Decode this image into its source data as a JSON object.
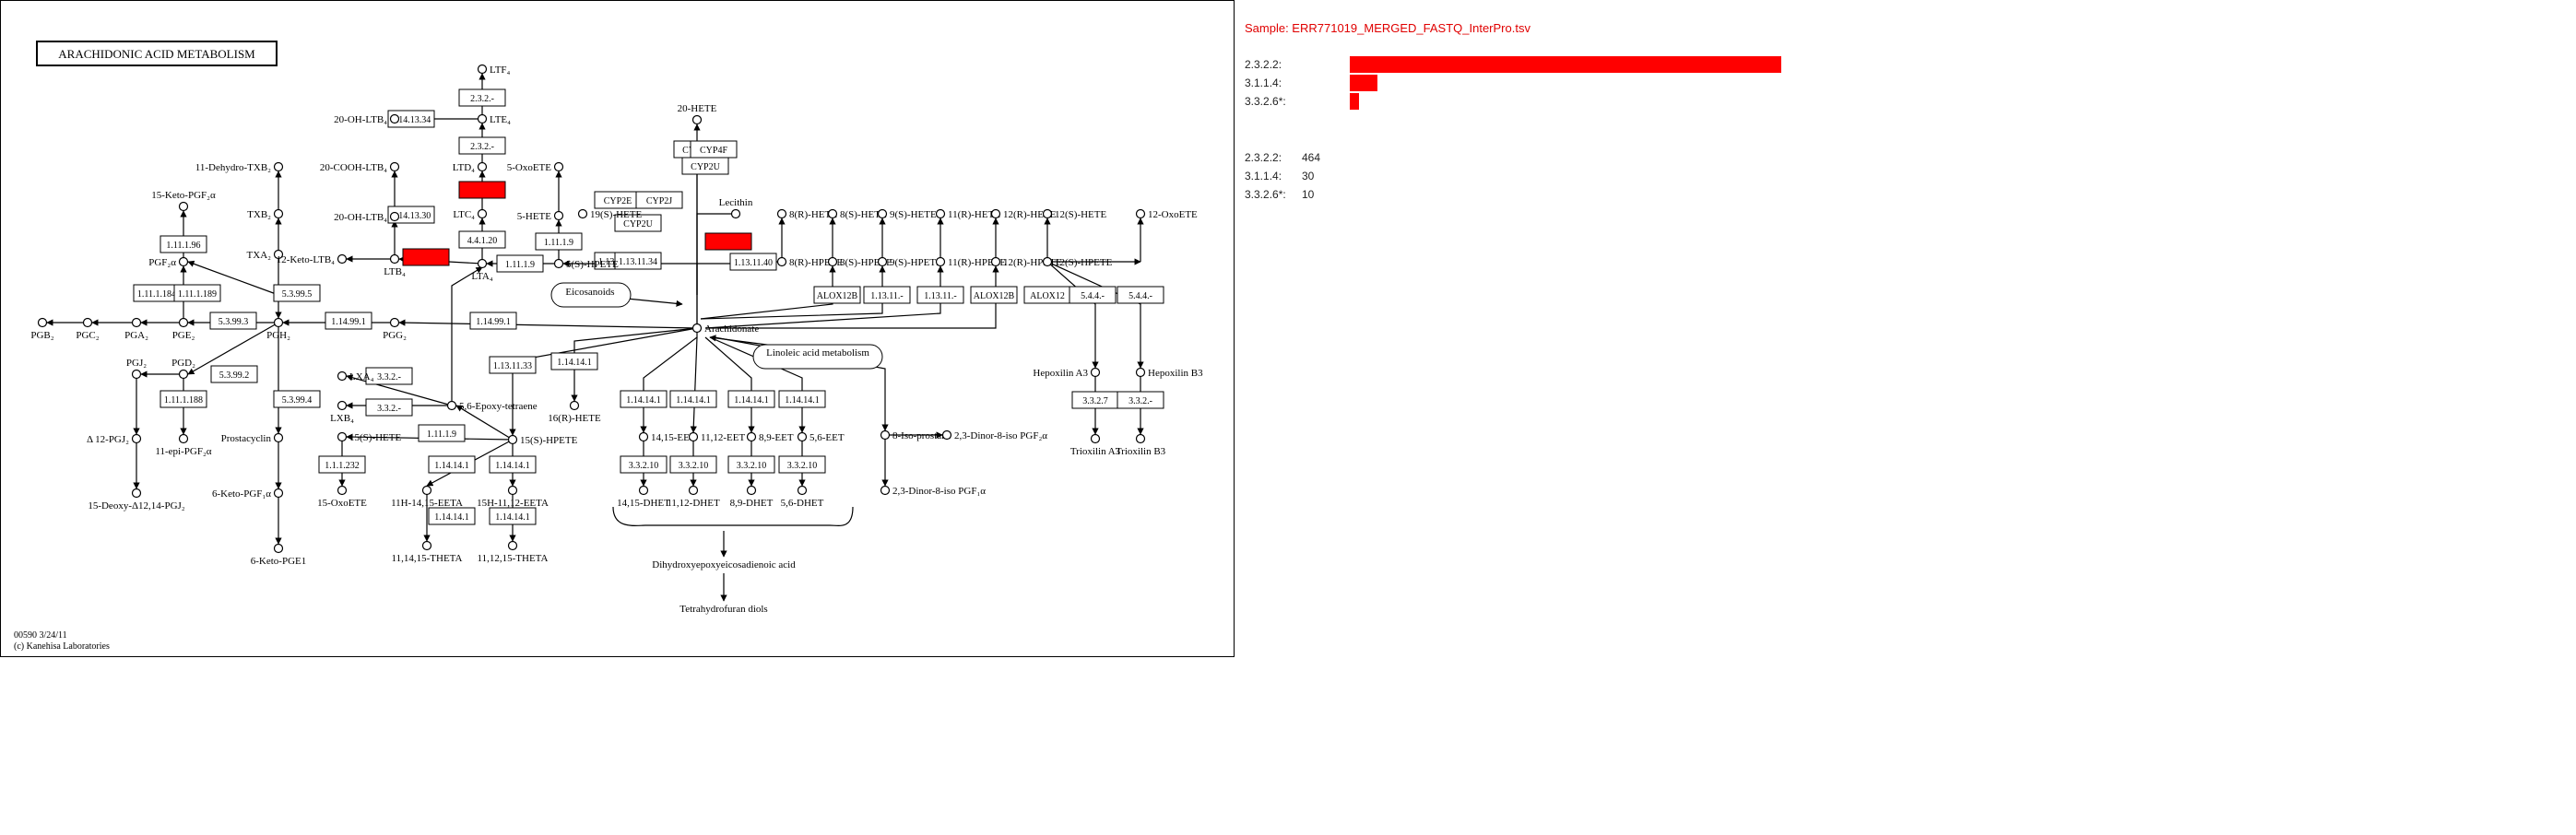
{
  "map": {
    "title": "ARACHIDONIC ACID METABOLISM",
    "footer_id": "00590 3/24/11",
    "footer_copyright": "(c) Kanehisa Laboratories",
    "highlight_color": "#ff0000",
    "compounds": [
      {
        "id": "LTF4",
        "label": "LTF₄"
      },
      {
        "id": "20-OH-LTB4",
        "label": "20-OH-LTB₄"
      },
      {
        "id": "LTE4",
        "label": "LTE₄"
      },
      {
        "id": "LTD4",
        "label": "LTD₄"
      },
      {
        "id": "5-OxoETE",
        "label": "5-OxoETE"
      },
      {
        "id": "20-HETE",
        "label": "20-HETE"
      },
      {
        "id": "11-Dehydro-TXB2",
        "label": "11-Dehydro-TXB₂"
      },
      {
        "id": "20-COOH-LTB4",
        "label": "20-COOH-LTB₄"
      },
      {
        "id": "15-Keto-PGF2a",
        "label": "15-Keto-PGF₂α"
      },
      {
        "id": "TXB2",
        "label": "TXB₂"
      },
      {
        "id": "20-OH-LTB4b",
        "label": "20-OH-LTB₄"
      },
      {
        "id": "19S-HETE",
        "label": "19(S)-HETE"
      },
      {
        "id": "Lecithin",
        "label": "Lecithin"
      },
      {
        "id": "8R-HETE",
        "label": "8(R)-HETE"
      },
      {
        "id": "8S-HETE",
        "label": "8(S)-HETE"
      },
      {
        "id": "9S-HETE",
        "label": "9(S)-HETE"
      },
      {
        "id": "11R-HETE",
        "label": "11(R)-HETE"
      },
      {
        "id": "12R-HETE",
        "label": "12(R)-HETE"
      },
      {
        "id": "12S-HETE",
        "label": "12(S)-HETE"
      },
      {
        "id": "12-OxoETE",
        "label": "12-OxoETE"
      },
      {
        "id": "LTC4",
        "label": "LTC₄"
      },
      {
        "id": "5-HETE",
        "label": "5-HETE"
      },
      {
        "id": "TXA2",
        "label": "TXA₂"
      },
      {
        "id": "PGF2a",
        "label": "PGF₂α"
      },
      {
        "id": "12-Keto-LTB4",
        "label": "12-Keto-LTB₄"
      },
      {
        "id": "LTB4",
        "label": "LTB₄"
      },
      {
        "id": "LTA4",
        "label": "LTA₄"
      },
      {
        "id": "5S-HPETE",
        "label": "5(S)-HPETE"
      },
      {
        "id": "8R-HPETE",
        "label": "8(R)-HPETE"
      },
      {
        "id": "8S-HPETE",
        "label": "8(S)-HPETE"
      },
      {
        "id": "9S-HPETE",
        "label": "9(S)-HPETE"
      },
      {
        "id": "11R-HPETE",
        "label": "11(R)-HPETE"
      },
      {
        "id": "12R-HPETE",
        "label": "12(R)-HPETE"
      },
      {
        "id": "12S-HPETE",
        "label": "12(S)-HPETE"
      },
      {
        "id": "PGE2",
        "label": "PGE₂"
      },
      {
        "id": "PGB2",
        "label": "PGB₂"
      },
      {
        "id": "PGC2",
        "label": "PGC₂"
      },
      {
        "id": "PGA2",
        "label": "PGA₂"
      },
      {
        "id": "PGH2",
        "label": "PGH₂"
      },
      {
        "id": "PGG2",
        "label": "PGG₂"
      },
      {
        "id": "Eicosanoids",
        "label": "Eicosanoids"
      },
      {
        "id": "Arachidonate",
        "label": "Arachidonate"
      },
      {
        "id": "Linoleic",
        "label": "Linoleic acid metabolism"
      },
      {
        "id": "PGJ2",
        "label": "PGJ₂"
      },
      {
        "id": "PGD2",
        "label": "PGD₂"
      },
      {
        "id": "LXA4",
        "label": "LXA₄"
      },
      {
        "id": "LXB4",
        "label": "LXB₄"
      },
      {
        "id": "56Epoxy",
        "label": "5,6-Epoxy-tetraene"
      },
      {
        "id": "D12PGJ2",
        "label": "Δ 12-PGJ₂"
      },
      {
        "id": "11epi",
        "label": "11-epi-PGF₂α"
      },
      {
        "id": "Prostacyclin",
        "label": "Prostacyclin"
      },
      {
        "id": "15S-HETE",
        "label": "15(S)-HETE"
      },
      {
        "id": "15S-HPETE",
        "label": "15(S)-HPETE"
      },
      {
        "id": "16R-HETE",
        "label": "16(R)-HETE"
      },
      {
        "id": "14-15-EET",
        "label": "14,15-EET"
      },
      {
        "id": "11-12-EET",
        "label": "11,12-EET"
      },
      {
        "id": "8-9-EET",
        "label": "8,9-EET"
      },
      {
        "id": "5-6-EET",
        "label": "5,6-EET"
      },
      {
        "id": "8-Iso-prostane",
        "label": "8-Iso-prostane"
      },
      {
        "id": "23Dinor",
        "label": "2,3-Dinor-8-iso PGF₂α"
      },
      {
        "id": "HepA3",
        "label": "Hepoxilin A3"
      },
      {
        "id": "HepB3",
        "label": "Hepoxilin B3"
      },
      {
        "id": "14-15-DHET",
        "label": "14,15-DHET"
      },
      {
        "id": "11-12-DHET",
        "label": "11,12-DHET"
      },
      {
        "id": "8-9-DHET",
        "label": "8,9-DHET"
      },
      {
        "id": "5-6-DHET",
        "label": "5,6-DHET"
      },
      {
        "id": "23DinorPGF1a",
        "label": "2,3-Dinor-8-iso PGF₁α"
      },
      {
        "id": "15-Deoxy",
        "label": "15-Deoxy-Δ12,14-PGJ₂"
      },
      {
        "id": "6-Keto-PGF1a",
        "label": "6-Keto-PGF₁α"
      },
      {
        "id": "14-15-EETa",
        "label": "11H-14,15-EETA"
      },
      {
        "id": "11-12-EETA",
        "label": "15H-11,12-EETA"
      },
      {
        "id": "15-OxoETE",
        "label": "15-OxoETE"
      },
      {
        "id": "TrioxA3",
        "label": "Trioxilin A3"
      },
      {
        "id": "TrioxB3",
        "label": "Trioxilin B3"
      },
      {
        "id": "6-Keto-PGE1",
        "label": "6-Keto-PGE1"
      },
      {
        "id": "THETA1",
        "label": "11,14,15-THETA"
      },
      {
        "id": "THETA2",
        "label": "11,12,15-THETA"
      },
      {
        "id": "DHEA",
        "label": "Dihydroxyepoxyeicosadienoic acid"
      },
      {
        "id": "THF",
        "label": "Tetrahydrofuran diols"
      }
    ],
    "enzymes": [
      {
        "label": "2.3.2.-"
      },
      {
        "label": "1.14.13.34"
      },
      {
        "label": "2.3.2.-"
      },
      {
        "label": "1.14.13.30"
      },
      {
        "label": "2.3.2.2",
        "hl": true
      },
      {
        "label": "CYP4A"
      },
      {
        "label": "CYP4F"
      },
      {
        "label": "CYP2U"
      },
      {
        "label": "1.11.1.9"
      },
      {
        "label": "CYP2E"
      },
      {
        "label": "CYP2J"
      },
      {
        "label": "CYP2U"
      },
      {
        "label": "1.11.1.96"
      },
      {
        "label": "3.3.2.6",
        "hl": true
      },
      {
        "label": "4.4.1.20"
      },
      {
        "label": "1.13.11.34"
      },
      {
        "label": "1.11.1.9"
      },
      {
        "label": "1.13.11.34"
      },
      {
        "label": "3.1.1.4",
        "hl": true
      },
      {
        "label": "1.13.11.40"
      },
      {
        "label": "1.11.1.184"
      },
      {
        "label": "1.11.1.189"
      },
      {
        "label": "5.3.99.5"
      },
      {
        "label": "5.3.99.3"
      },
      {
        "label": "1.14.99.1"
      },
      {
        "label": "1.14.99.1"
      },
      {
        "label": "ALOX12B"
      },
      {
        "label": "1.13.11.-"
      },
      {
        "label": "1.13.11.-"
      },
      {
        "label": "ALOX12B"
      },
      {
        "label": "ALOX12"
      },
      {
        "label": "5.4.4.-"
      },
      {
        "label": "5.4.4.-"
      },
      {
        "label": "5.3.99.2"
      },
      {
        "label": "1.11.1.188"
      },
      {
        "label": "3.3.2.-"
      },
      {
        "label": "3.3.2.-"
      },
      {
        "label": "1.13.11.33"
      },
      {
        "label": "1.14.14.1"
      },
      {
        "label": "5.3.99.4"
      },
      {
        "label": "1.11.1.9"
      },
      {
        "label": "1.14.14.1"
      },
      {
        "label": "1.14.14.1"
      },
      {
        "label": "1.14.14.1"
      },
      {
        "label": "1.14.14.1"
      },
      {
        "label": "3.3.2.7"
      },
      {
        "label": "3.3.2.-"
      },
      {
        "label": "1.1.1.232"
      },
      {
        "label": "1.14.14.1"
      },
      {
        "label": "1.14.14.1"
      },
      {
        "label": "3.3.2.10"
      },
      {
        "label": "3.3.2.10"
      },
      {
        "label": "3.3.2.10"
      },
      {
        "label": "3.3.2.10"
      },
      {
        "label": "1.14.14.1"
      },
      {
        "label": "1.14.14.1"
      }
    ]
  },
  "sidebar": {
    "sample_title": "Sample: ERR771019_MERGED_FASTQ_InterPro.tsv",
    "bar_color": "#ff0000",
    "bars": [
      {
        "label": "2.3.2.2:",
        "value": 464
      },
      {
        "label": "3.1.1.4:",
        "value": 30
      },
      {
        "label": "3.3.2.6*:",
        "value": 10
      }
    ],
    "counts": [
      {
        "label": "2.3.2.2:",
        "value": "464"
      },
      {
        "label": "3.1.1.4:",
        "value": "30"
      },
      {
        "label": "3.3.2.6*:",
        "value": "10"
      }
    ]
  }
}
